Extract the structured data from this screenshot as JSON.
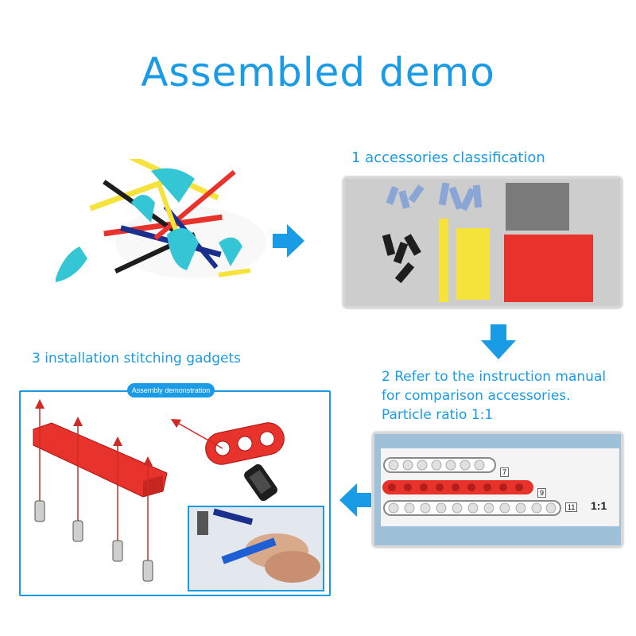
{
  "title": "Assembled demo",
  "steps": {
    "step1_caption": "1 accessories classification",
    "step2_caption": "2 Refer to the instruction manual for comparison accessories. Particle ratio 1:1",
    "step3_caption": "3 installation stitching gadgets"
  },
  "demo": {
    "badge": "Assembly demonstration"
  },
  "manual_card": {
    "beam_labels": [
      "7",
      "9",
      "11"
    ],
    "ratio_label": "1:1"
  },
  "colors": {
    "accent": "#1a9be6",
    "beam_red": "#e8332c",
    "beam_yellow": "#f5e23a",
    "beam_gray": "#8a8a8a"
  },
  "icons": [
    "arrow-right-icon",
    "arrow-down-icon",
    "arrow-left-icon"
  ]
}
